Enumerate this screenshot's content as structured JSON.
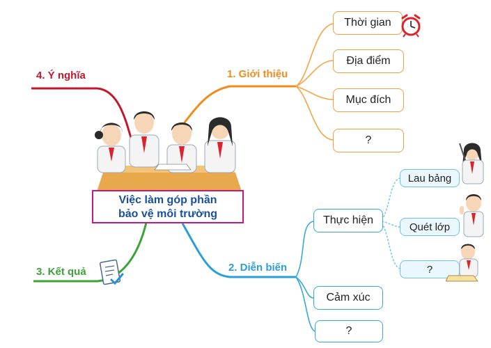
{
  "center": {
    "line1": "Việc làm góp phần",
    "line2": "bảo vệ môi trường"
  },
  "branches": {
    "intro": {
      "label": "1. Giới thiệu",
      "color": "#f08c1c",
      "items": [
        "Thời gian",
        "Địa điểm",
        "Mục đích",
        "?"
      ]
    },
    "progress": {
      "label": "2. Diễn biến",
      "color": "#2a9fd6",
      "items": [
        "Thực hiện",
        "Cảm xúc",
        "?"
      ],
      "sub_items": [
        "Lau bảng",
        "Quét lớp",
        "?"
      ]
    },
    "result": {
      "label": "3. Kết quả",
      "color": "#3aa33a"
    },
    "meaning": {
      "label": "4. Ý nghĩa",
      "color": "#c4162c"
    }
  },
  "icons": [
    "alarm-clock-icon",
    "checklist-icon",
    "student-girl-icon",
    "student-boy-icon",
    "students-group-icon"
  ]
}
